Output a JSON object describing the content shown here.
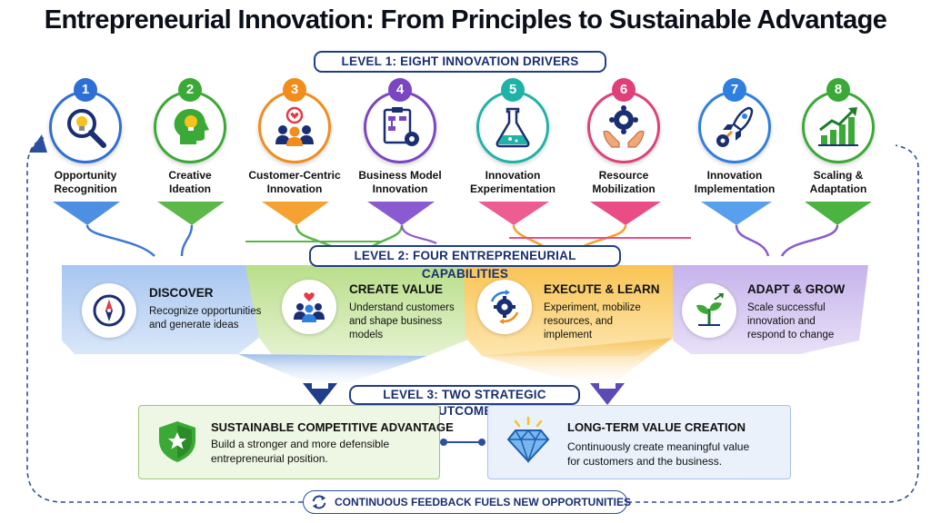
{
  "title": "Entrepreneurial Innovation: From Principles to Sustainable Advantage",
  "level1": {
    "label": "LEVEL 1: EIGHT INNOVATION DRIVERS",
    "drivers": [
      {
        "num": "1",
        "line1": "Opportunity",
        "line2": "Recognition",
        "color": "#2d6fd6",
        "icon": "magnifier-lightbulb-icon"
      },
      {
        "num": "2",
        "line1": "Creative",
        "line2": "Ideation",
        "color": "#3aa935",
        "icon": "head-lightbulb-icon"
      },
      {
        "num": "3",
        "line1": "Customer-Centric",
        "line2": "Innovation",
        "color": "#f28c1b",
        "icon": "customers-heart-icon"
      },
      {
        "num": "4",
        "line1": "Business Model",
        "line2": "Innovation",
        "color": "#7b46c2",
        "icon": "business-model-gear-icon"
      },
      {
        "num": "5",
        "line1": "Innovation",
        "line2": "Experimentation",
        "color": "#1fb3a8",
        "icon": "flask-icon"
      },
      {
        "num": "6",
        "line1": "Resource",
        "line2": "Mobilization",
        "color": "#e0407a",
        "icon": "hands-gear-icon"
      },
      {
        "num": "7",
        "line1": "Innovation",
        "line2": "Implementation",
        "color": "#2f7fe0",
        "icon": "rocket-gear-icon"
      },
      {
        "num": "8",
        "line1": "Scaling &",
        "line2": "Adaptation",
        "color": "#3aa935",
        "icon": "growth-chart-icon"
      }
    ]
  },
  "level2": {
    "label": "LEVEL 2: FOUR ENTREPRENEURIAL CAPABILITIES",
    "capabilities": [
      {
        "title": "DISCOVER",
        "desc1": "Recognize opportunities",
        "desc2": "and generate ideas",
        "desc3": "",
        "color": "#bcd3f3",
        "icon": "compass-icon"
      },
      {
        "title": "CREATE VALUE",
        "desc1": "Understand customers",
        "desc2": "and shape business",
        "desc3": "models",
        "color": "#cfe8a8",
        "icon": "team-heart-icon"
      },
      {
        "title": "EXECUTE & LEARN",
        "desc1": "Experiment, mobilize",
        "desc2": "resources, and",
        "desc3": "implement",
        "color": "#fbd27a",
        "icon": "gear-cycle-icon"
      },
      {
        "title": "ADAPT & GROW",
        "desc1": "Scale successful",
        "desc2": "innovation and",
        "desc3": "respond to change",
        "color": "#d6c8f0",
        "icon": "plant-growth-icon"
      }
    ]
  },
  "level3": {
    "label": "LEVEL 3: TWO STRATEGIC OUTCOMES",
    "outcomes": [
      {
        "title": "SUSTAINABLE COMPETITIVE ADVANTAGE",
        "desc1": "Build a stronger and more defensible",
        "desc2": "entrepreneurial position.",
        "icon": "shield-star-icon"
      },
      {
        "title": "LONG-TERM VALUE CREATION",
        "desc1": "Continuously create meaningful value",
        "desc2": "for customers and the business.",
        "icon": "diamond-icon"
      }
    ]
  },
  "feedback": {
    "label": "CONTINUOUS FEEDBACK FUELS NEW OPPORTUNITIES",
    "icon": "cycle-arrows-icon"
  }
}
